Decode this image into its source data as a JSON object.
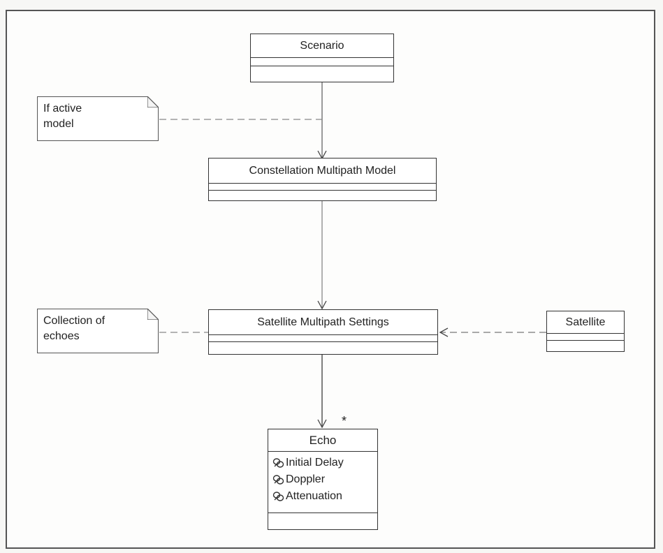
{
  "diagram": {
    "classes": {
      "scenario": {
        "name": "Scenario"
      },
      "constellation": {
        "name": "Constellation Multipath Model"
      },
      "satellite_settings": {
        "name": "Satellite Multipath Settings"
      },
      "satellite": {
        "name": "Satellite"
      },
      "echo": {
        "name": "Echo",
        "attributes": [
          "Initial Delay",
          "Doppler",
          "Attenuation"
        ]
      }
    },
    "notes": {
      "active_model": {
        "line1": "If active",
        "line2": "model"
      },
      "echoes": {
        "line1": "Collection of",
        "line2": "echoes"
      }
    },
    "multiplicity": {
      "echo": "*"
    }
  }
}
